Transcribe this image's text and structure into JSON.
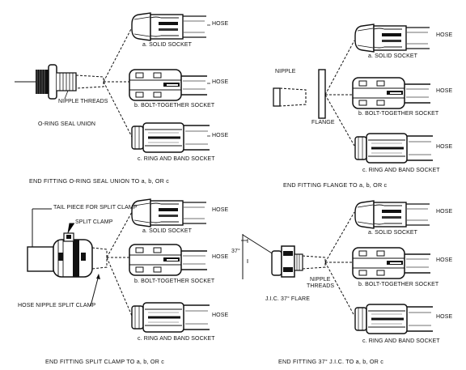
{
  "panels": {
    "top_left": {
      "caption": "END FITTING O-RING SEAL UNION TO a, b, OR c",
      "fitting_title": "O-RING SEAL UNION",
      "labels": {
        "nipple_threads": "NIPPLE THREADS"
      },
      "options": [
        {
          "hose": "HOSE",
          "name": "a. SOLID SOCKET"
        },
        {
          "hose": "HOSE",
          "name": "b. BOLT-TOGETHER SOCKET"
        },
        {
          "hose": "HOSE",
          "name": "c. RING AND BAND SOCKET"
        }
      ]
    },
    "top_right": {
      "caption": "END FITTING FLANGE TO a, b, OR c",
      "labels": {
        "nipple": "NIPPLE",
        "flange": "FLANGE"
      },
      "options": [
        {
          "hose": "HOSE",
          "name": "a. SOLID SOCKET"
        },
        {
          "hose": "HOSE",
          "name": "b. BOLT-TOGETHER SOCKET"
        },
        {
          "hose": "HOSE",
          "name": "c. RING AND BAND SOCKET"
        }
      ]
    },
    "bottom_left": {
      "caption": "END FITTING SPLIT CLAMP TO a, b, OR c",
      "labels": {
        "tail_piece": "TAIL PIECE FOR SPLIT CLAMP",
        "split_clamp": "SPLIT CLAMP",
        "hose_nipple": "HOSE NIPPLE SPLIT CLAMP"
      },
      "options": [
        {
          "hose": "HOSE",
          "name": "a. SOLID SOCKET"
        },
        {
          "hose": "HOSE",
          "name": "b. BOLT-TOGETHER SOCKET"
        },
        {
          "hose": "HOSE",
          "name": "c. RING AND BAND SOCKET"
        }
      ]
    },
    "bottom_right": {
      "caption": "END FITTING 37° J.I.C. TO a, b, OR c",
      "fitting_title": "J.I.C. 37° FLARE",
      "labels": {
        "angle": "37°",
        "nipple_threads_1": "NIPPLE",
        "nipple_threads_2": "THREADS"
      },
      "options": [
        {
          "hose": "HOSE",
          "name": "a. SOLID SOCKET"
        },
        {
          "hose": "HOSE",
          "name": "b. BOLT-TOGETHER SOCKET"
        },
        {
          "hose": "HOSE",
          "name": "c. RING AND BAND SOCKET"
        }
      ]
    }
  }
}
